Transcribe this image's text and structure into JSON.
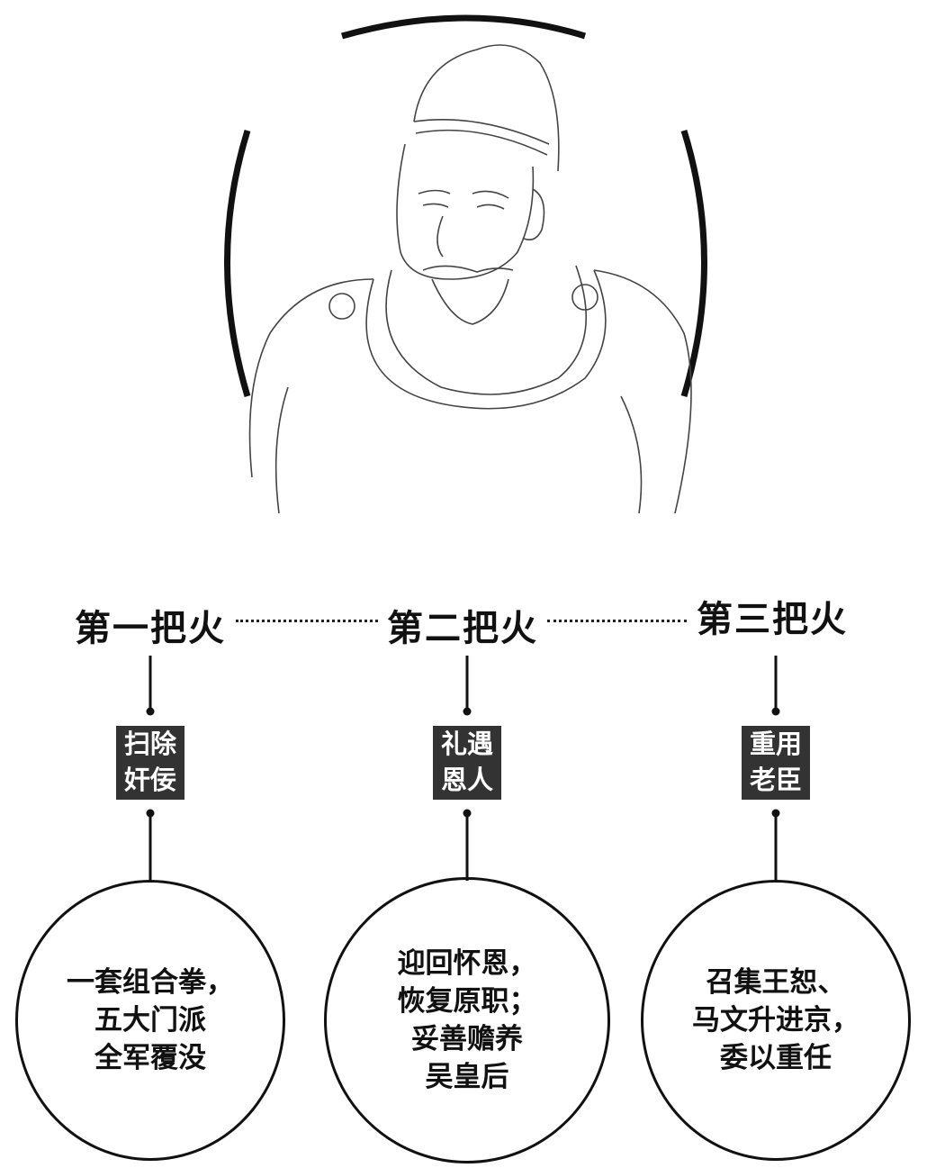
{
  "steps": [
    {
      "title": "第一把火",
      "tag": [
        "扫除",
        "奸佞"
      ],
      "details": [
        "一套组合拳，",
        "五大门派",
        "全军覆没"
      ]
    },
    {
      "title": "第二把火",
      "tag": [
        "礼遇",
        "恩人"
      ],
      "details": [
        "迎回怀恩，",
        "恢复原职；",
        "妥善赡养",
        "吴皇后"
      ]
    },
    {
      "title": "第三把火",
      "tag": [
        "重用",
        "老臣"
      ],
      "details": [
        "召集王恕、",
        "马文升进京，",
        "委以重任"
      ]
    }
  ]
}
